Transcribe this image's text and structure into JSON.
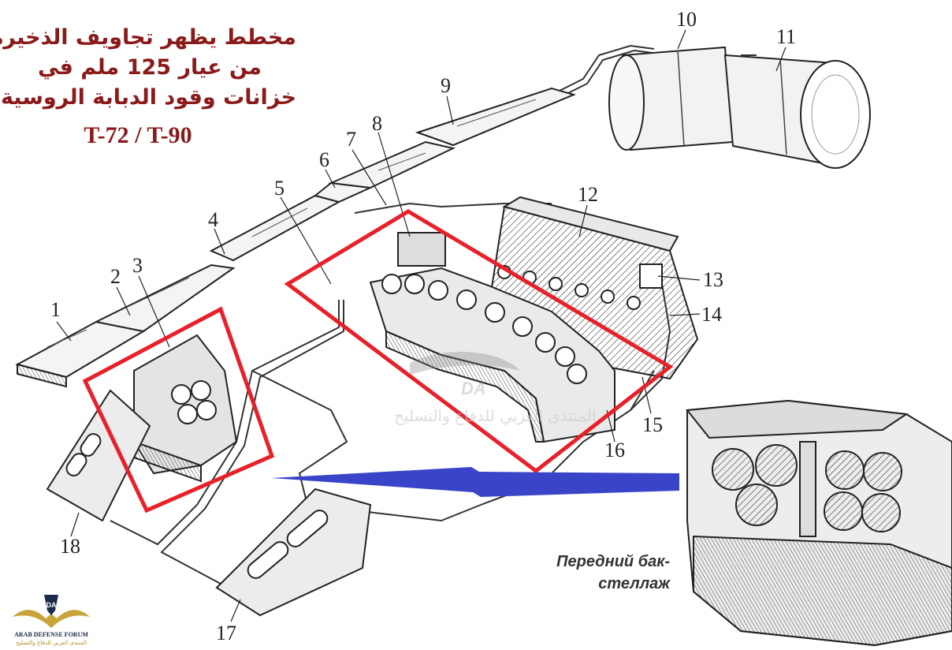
{
  "title": {
    "line1": "مخطط يظهر تجاويف الذخيرة",
    "line2": "من عيار 125 ملم في",
    "line3": "خزانات وقود الدبابة الروسية",
    "line4": "T-72 / T-90"
  },
  "part_numbers": [
    "1",
    "2",
    "3",
    "4",
    "5",
    "6",
    "7",
    "8",
    "9",
    "10",
    "11",
    "12",
    "13",
    "14",
    "15",
    "16",
    "17",
    "18"
  ],
  "inset_caption": {
    "line1": "Передний бак-",
    "line2": "стеллаж"
  },
  "logo": {
    "name": "ARAB DEFENSE FORUM",
    "subtitle": "المنتدى العربي للدفاع والتسليح",
    "mark": "DA"
  },
  "watermark": "المنتدى العربي للدفاع والتسليح",
  "colors": {
    "title": "#8b1a1a",
    "highlight": "#e8202a",
    "arrow": "#3a44c8",
    "ink": "#222222"
  }
}
